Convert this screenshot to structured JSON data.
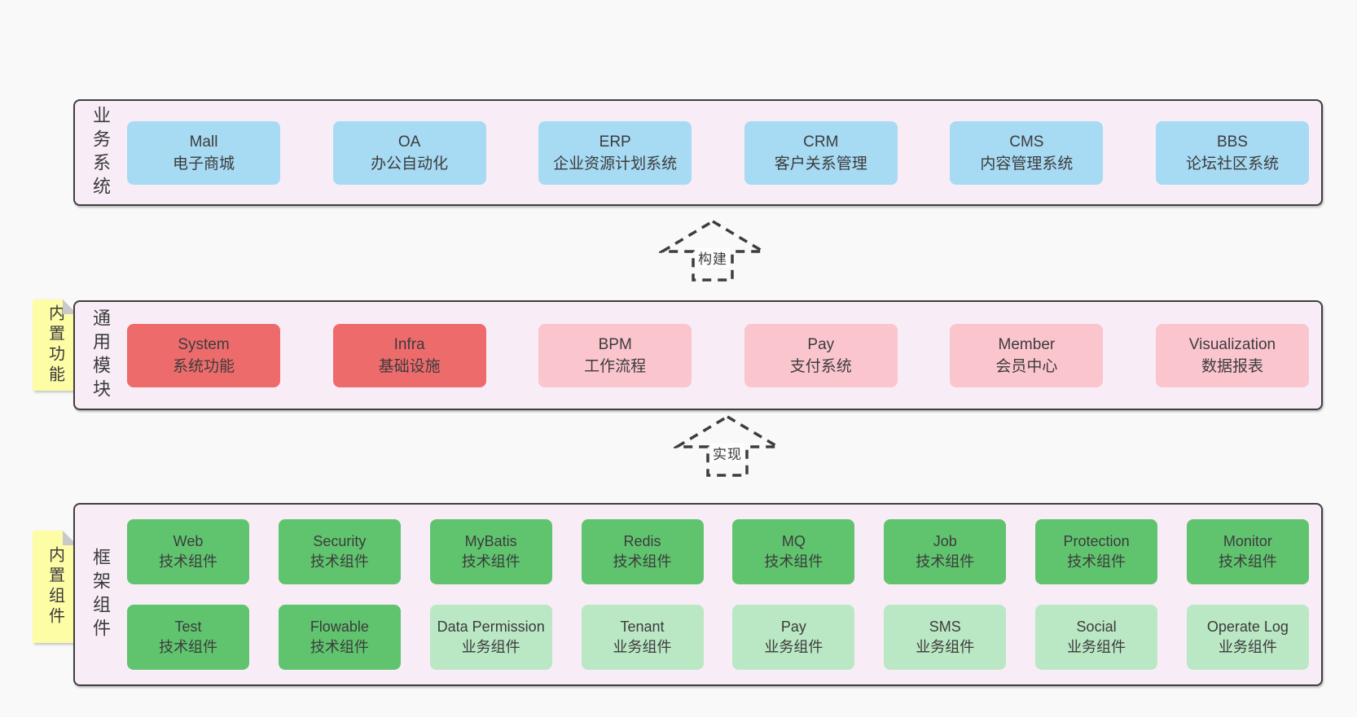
{
  "colors": {
    "page_bg": "#f9f9f9",
    "band_bg": "#f8edf6",
    "band_border": "#3f3f3f",
    "blue_box": "#a7daf3",
    "red_box": "#ee6b6c",
    "pink_box": "#fbc5ce",
    "green_box": "#60c46f",
    "light_green_box": "#bae7c4",
    "sticky_yellow": "#fdfda6",
    "text": "#3a3a3a"
  },
  "bands": [
    {
      "label": "业务系统",
      "boxes": [
        {
          "title": "Mall",
          "subtitle": "电子商城"
        },
        {
          "title": "OA",
          "subtitle": "办公自动化"
        },
        {
          "title": "ERP",
          "subtitle": "企业资源计划系统"
        },
        {
          "title": "CRM",
          "subtitle": "客户关系管理"
        },
        {
          "title": "CMS",
          "subtitle": "内容管理系统"
        },
        {
          "title": "BBS",
          "subtitle": "论坛社区系统"
        }
      ]
    },
    {
      "label": "通用模块",
      "sticky": "内置功能",
      "boxes": [
        {
          "title": "System",
          "subtitle": "系统功能"
        },
        {
          "title": "Infra",
          "subtitle": "基础设施"
        },
        {
          "title": "BPM",
          "subtitle": "工作流程"
        },
        {
          "title": "Pay",
          "subtitle": "支付系统"
        },
        {
          "title": "Member",
          "subtitle": "会员中心"
        },
        {
          "title": "Visualization",
          "subtitle": "数据报表"
        }
      ]
    },
    {
      "label": "框架组件",
      "sticky": "内置组件",
      "rows": [
        [
          {
            "title": "Web",
            "subtitle": "技术组件"
          },
          {
            "title": "Security",
            "subtitle": "技术组件"
          },
          {
            "title": "MyBatis",
            "subtitle": "技术组件"
          },
          {
            "title": "Redis",
            "subtitle": "技术组件"
          },
          {
            "title": "MQ",
            "subtitle": "技术组件"
          },
          {
            "title": "Job",
            "subtitle": "技术组件"
          },
          {
            "title": "Protection",
            "subtitle": "技术组件"
          },
          {
            "title": "Monitor",
            "subtitle": "技术组件"
          }
        ],
        [
          {
            "title": "Test",
            "subtitle": "技术组件"
          },
          {
            "title": "Flowable",
            "subtitle": "技术组件"
          },
          {
            "title": "Data Permission",
            "subtitle": "业务组件"
          },
          {
            "title": "Tenant",
            "subtitle": "业务组件"
          },
          {
            "title": "Pay",
            "subtitle": "业务组件"
          },
          {
            "title": "SMS",
            "subtitle": "业务组件"
          },
          {
            "title": "Social",
            "subtitle": "业务组件"
          },
          {
            "title": "Operate Log",
            "subtitle": "业务组件"
          }
        ]
      ]
    }
  ],
  "arrows": [
    {
      "label": "构建"
    },
    {
      "label": "实现"
    }
  ]
}
